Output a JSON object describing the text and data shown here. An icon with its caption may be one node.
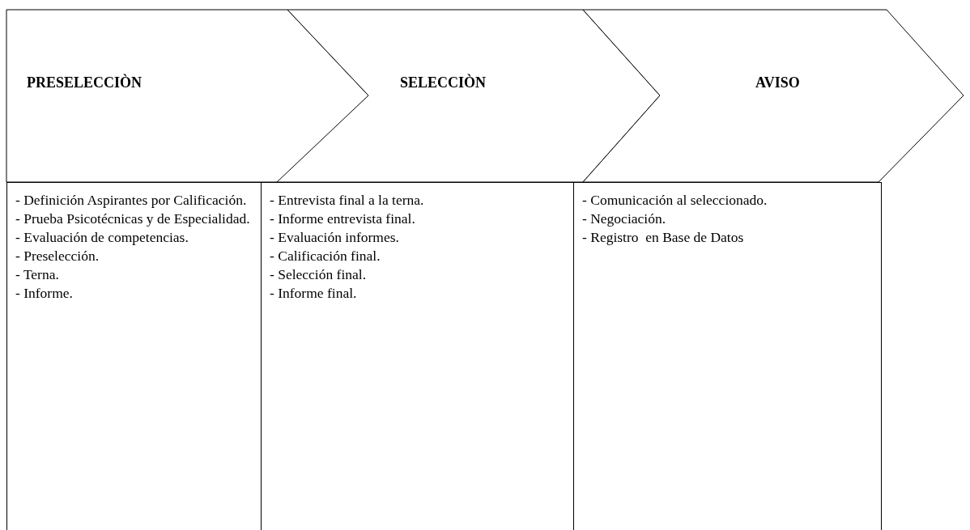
{
  "diagram": {
    "nodes": [
      {
        "text": [
          "PRESELECCIÒN"
        ]
      },
      {
        "text": [
          "SELECCIÒN"
        ]
      },
      {
        "text": [
          "AVISO"
        ]
      },
      {
        "text": [
          "- Definición Aspirantes por Calificación.",
          "- Prueba Psicotécnicas y de Especialidad.",
          "- Evaluación de competencias.",
          "- Preselección.",
          "- Terna.",
          "- Informe."
        ]
      },
      {
        "text": [
          "- Entrevista final a la terna.",
          "- Informe entrevista final.",
          "- Evaluación informes.",
          "- Calificación final.",
          "- Selección final.",
          "- Informe final."
        ]
      },
      {
        "text": [
          "- Comunicación al seleccionado.",
          "- Negociación.",
          "- Registro  en Base de Datos"
        ]
      }
    ],
    "edges": []
  }
}
